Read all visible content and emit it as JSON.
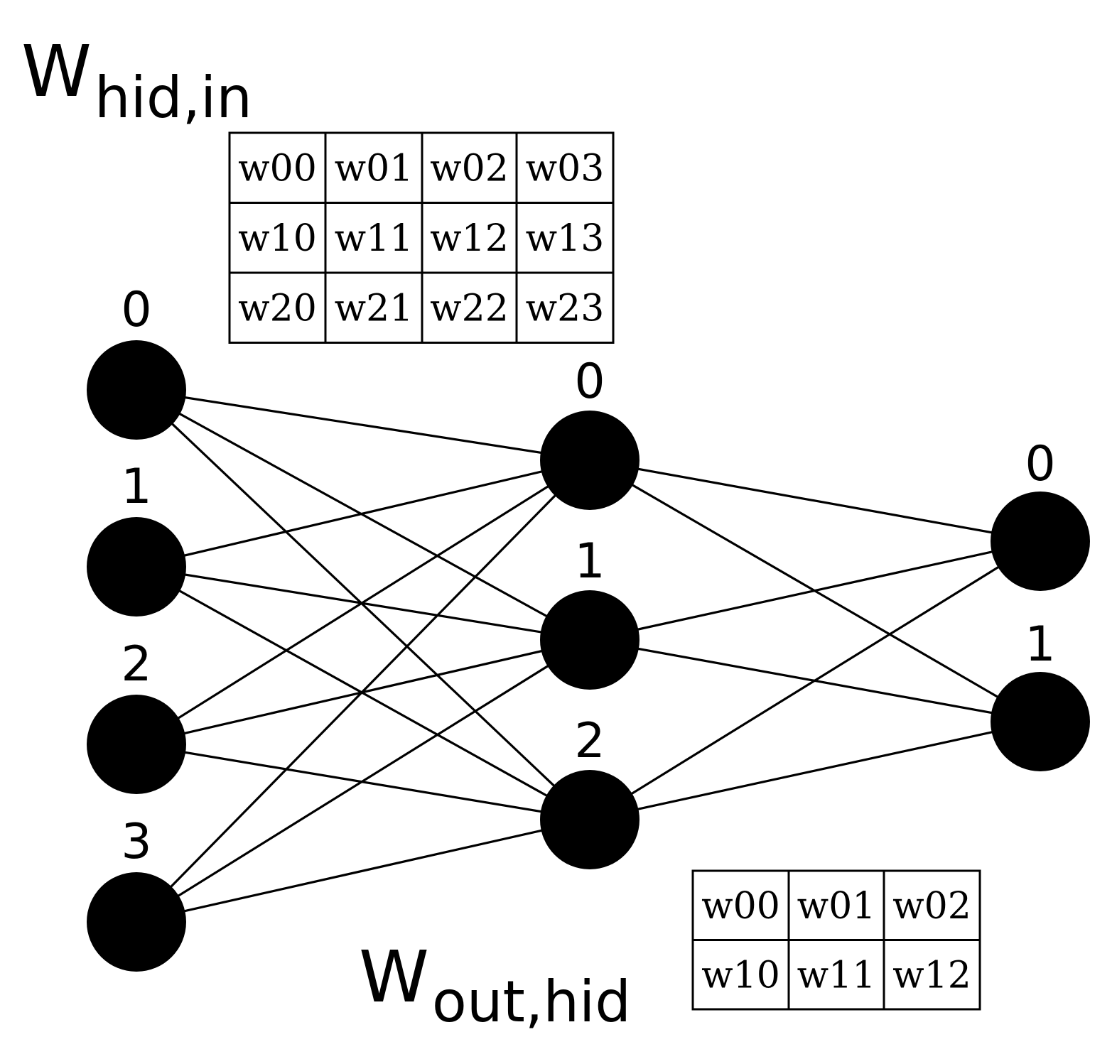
{
  "colors": {
    "node": "#000000",
    "edge": "#000000",
    "background": "#ffffff"
  },
  "network": {
    "input_layer": {
      "labels": [
        "0",
        "1",
        "2",
        "3"
      ]
    },
    "hidden_layer": {
      "labels": [
        "0",
        "1",
        "2"
      ]
    },
    "output_layer": {
      "labels": [
        "0",
        "1"
      ]
    }
  },
  "matrices": {
    "w_hid_in": {
      "symbol": "W",
      "subscript": "hid,in",
      "cells": [
        [
          "w00",
          "w01",
          "w02",
          "w03"
        ],
        [
          "w10",
          "w11",
          "w12",
          "w13"
        ],
        [
          "w20",
          "w21",
          "w22",
          "w23"
        ]
      ]
    },
    "w_out_hid": {
      "symbol": "W",
      "subscript": "out,hid",
      "cells": [
        [
          "w00",
          "w01",
          "w02"
        ],
        [
          "w10",
          "w11",
          "w12"
        ]
      ]
    }
  }
}
